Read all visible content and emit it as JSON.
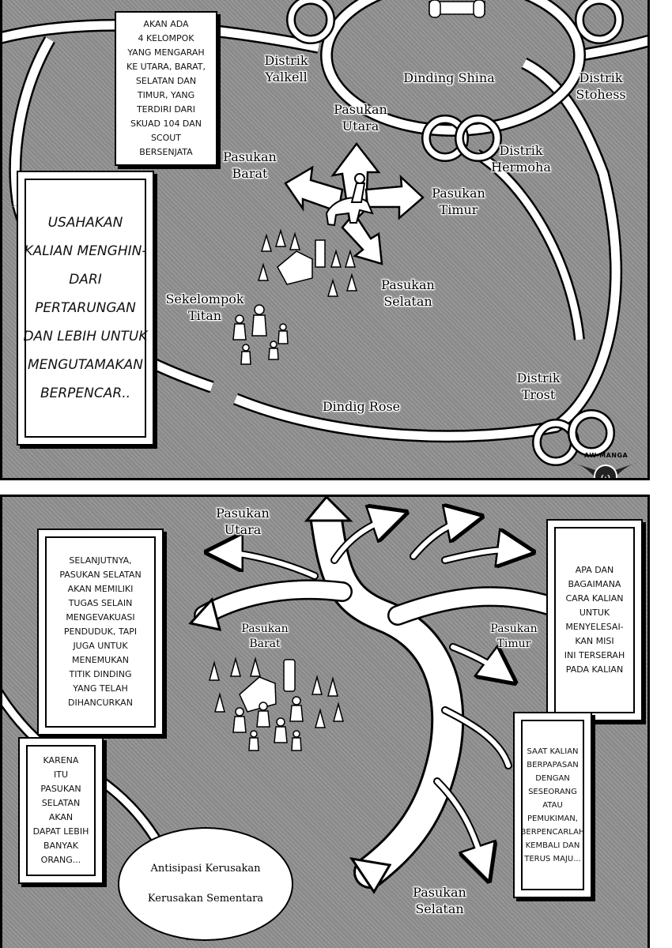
{
  "top_panel": {
    "labels": {
      "yalkell": [
        "Distrik",
        "Yalkell"
      ],
      "shina": [
        "Dinding Shina"
      ],
      "stohess": [
        "Distrik",
        "Stohess"
      ],
      "utara": [
        "Pasukan",
        "Utara"
      ],
      "barat": [
        "Pasukan",
        "Barat"
      ],
      "hermoha": [
        "Distrik",
        "Hermoha"
      ],
      "timur": [
        "Pasukan",
        "Timur"
      ],
      "selatan": [
        "Pasukan",
        "Selatan"
      ],
      "titan": [
        "Sekelompok",
        "Titan"
      ],
      "trost": [
        "Distrik",
        "Trost"
      ],
      "rose": [
        "Dindig Rose"
      ]
    },
    "caption_top": [
      "Akan ada",
      "4 kelompok",
      "yang mengarah",
      "ke utara, barat,",
      "selatan dan",
      "timur, yang",
      "terdiri dari",
      "skuad 104 dan",
      "scout",
      "bersenjata"
    ],
    "caption_main": [
      "Usahakan",
      "kalian menghin-",
      "dari",
      "pertarungan",
      "dan lebih untuk",
      "mengutamakan",
      "berpencar.."
    ],
    "logo": "AW-MANGA"
  },
  "bottom_panel": {
    "labels": {
      "utara": [
        "Pasukan",
        "Utara"
      ],
      "barat": [
        "Pasukan",
        "Barat"
      ],
      "timur": [
        "Pasukan",
        "Timur"
      ],
      "selatan": [
        "Pasukan",
        "Selatan"
      ]
    },
    "caption_left": [
      "Selanjutnya,",
      "pasukan selatan",
      "akan memiliki",
      "tugas selain",
      "mengevakuasi",
      "penduduk, tapi",
      "juga untuk",
      "menemukan",
      "titik dinding",
      "yang telah",
      "dihancurkan"
    ],
    "caption_left_bottom": [
      "Karena",
      "itu",
      "pasukan",
      "selatan",
      "akan",
      "dapat lebih",
      "banyak",
      "orang..."
    ],
    "caption_right": [
      "Apa dan",
      "bagaimana",
      "cara kalian",
      "untuk",
      "menyelesai-",
      "kan misi",
      "ini terserah",
      "pada kalian"
    ],
    "caption_right_bottom": [
      "Saat kalian",
      "berpapasan",
      "dengan",
      "seseorang",
      "atau",
      "pemukiman,",
      "berpencarlah",
      "kembali dan",
      "terus maju..."
    ],
    "oval": [
      "Antisipasi Kerusakan",
      "Kerusakan Sementara"
    ]
  }
}
